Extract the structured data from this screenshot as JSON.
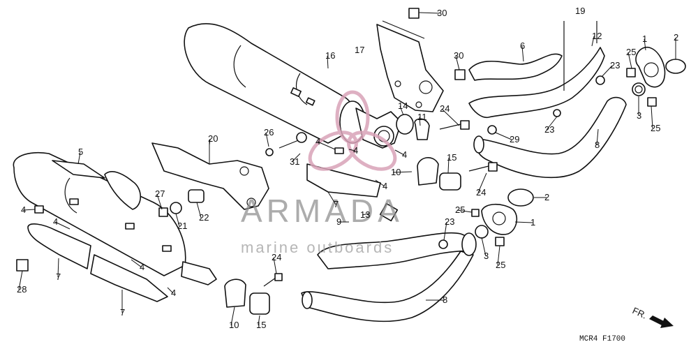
{
  "diagram": {
    "callouts": [
      {
        "id": "c30a",
        "text": "30"
      },
      {
        "id": "c19",
        "text": "19"
      },
      {
        "id": "c12",
        "text": "12"
      },
      {
        "id": "c1a",
        "text": "1"
      },
      {
        "id": "c2a",
        "text": "2"
      },
      {
        "id": "c16",
        "text": "16"
      },
      {
        "id": "c17",
        "text": "17"
      },
      {
        "id": "c30b",
        "text": "30"
      },
      {
        "id": "c6",
        "text": "6"
      },
      {
        "id": "c25a",
        "text": "25"
      },
      {
        "id": "c23a",
        "text": "23"
      },
      {
        "id": "c3a",
        "text": "3"
      },
      {
        "id": "c25b",
        "text": "25"
      },
      {
        "id": "c14",
        "text": "14"
      },
      {
        "id": "c11",
        "text": "11"
      },
      {
        "id": "c24a",
        "text": "24"
      },
      {
        "id": "c23b",
        "text": "23"
      },
      {
        "id": "c29",
        "text": "29"
      },
      {
        "id": "c8a",
        "text": "8"
      },
      {
        "id": "c20",
        "text": "20"
      },
      {
        "id": "c26",
        "text": "26"
      },
      {
        "id": "c4a",
        "text": "4"
      },
      {
        "id": "c4b",
        "text": "4"
      },
      {
        "id": "c4c",
        "text": "4"
      },
      {
        "id": "c31",
        "text": "31"
      },
      {
        "id": "c15a",
        "text": "15"
      },
      {
        "id": "c10a",
        "text": "10"
      },
      {
        "id": "c4d",
        "text": "4"
      },
      {
        "id": "c24b",
        "text": "24"
      },
      {
        "id": "c5",
        "text": "5"
      },
      {
        "id": "c2b",
        "text": "2"
      },
      {
        "id": "c27",
        "text": "27"
      },
      {
        "id": "c21",
        "text": "21"
      },
      {
        "id": "c22",
        "text": "22"
      },
      {
        "id": "c7a",
        "text": "7"
      },
      {
        "id": "c25c",
        "text": "25"
      },
      {
        "id": "c1b",
        "text": "1"
      },
      {
        "id": "c4e",
        "text": "4"
      },
      {
        "id": "c4f",
        "text": "4"
      },
      {
        "id": "c9",
        "text": "9"
      },
      {
        "id": "c13",
        "text": "13"
      },
      {
        "id": "c23c",
        "text": "23"
      },
      {
        "id": "c3b",
        "text": "3"
      },
      {
        "id": "c25d",
        "text": "25"
      },
      {
        "id": "c28",
        "text": "28"
      },
      {
        "id": "c7b",
        "text": "7"
      },
      {
        "id": "c4g",
        "text": "4"
      },
      {
        "id": "c4h",
        "text": "4"
      },
      {
        "id": "c24c",
        "text": "24"
      },
      {
        "id": "c7c",
        "text": "7"
      },
      {
        "id": "c8b",
        "text": "8"
      },
      {
        "id": "c10b",
        "text": "10"
      },
      {
        "id": "c15b",
        "text": "15"
      }
    ],
    "direction_label": "FR.",
    "diagram_code": "MCR4  F1700"
  },
  "watermark": {
    "brand": "ARMADA",
    "tagline": "marine outboards",
    "logo_color": "#d9a3b8"
  }
}
